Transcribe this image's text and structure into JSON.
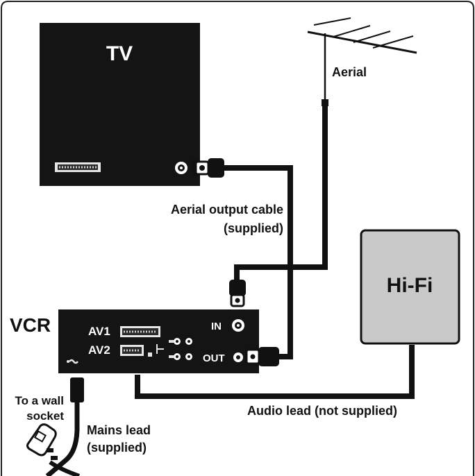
{
  "colors": {
    "device": "#141414",
    "cable": "#111111",
    "hifi_fill": "#c9c9c9",
    "background": "#ffffff"
  },
  "tv": {
    "label": "TV"
  },
  "aerial": {
    "label": "Aerial"
  },
  "aerial_cable": {
    "label_line1": "Aerial output cable",
    "label_line2": "(supplied)"
  },
  "vcr": {
    "label": "VCR",
    "av1": "AV1",
    "av2": "AV2",
    "in": "IN",
    "out": "OUT"
  },
  "hifi": {
    "label": "Hi-Fi"
  },
  "audio_lead": {
    "label": "Audio lead (not supplied)"
  },
  "wall_socket": {
    "line1": "To a wall",
    "line2": "socket"
  },
  "mains_lead": {
    "line1": "Mains lead",
    "line2": "(supplied)"
  },
  "icons": [
    "scart-connector-icon",
    "coax-socket-icon",
    "coax-plug-icon",
    "rca-socket-icon",
    "mains-plug-icon",
    "power-symbol-icon"
  ]
}
